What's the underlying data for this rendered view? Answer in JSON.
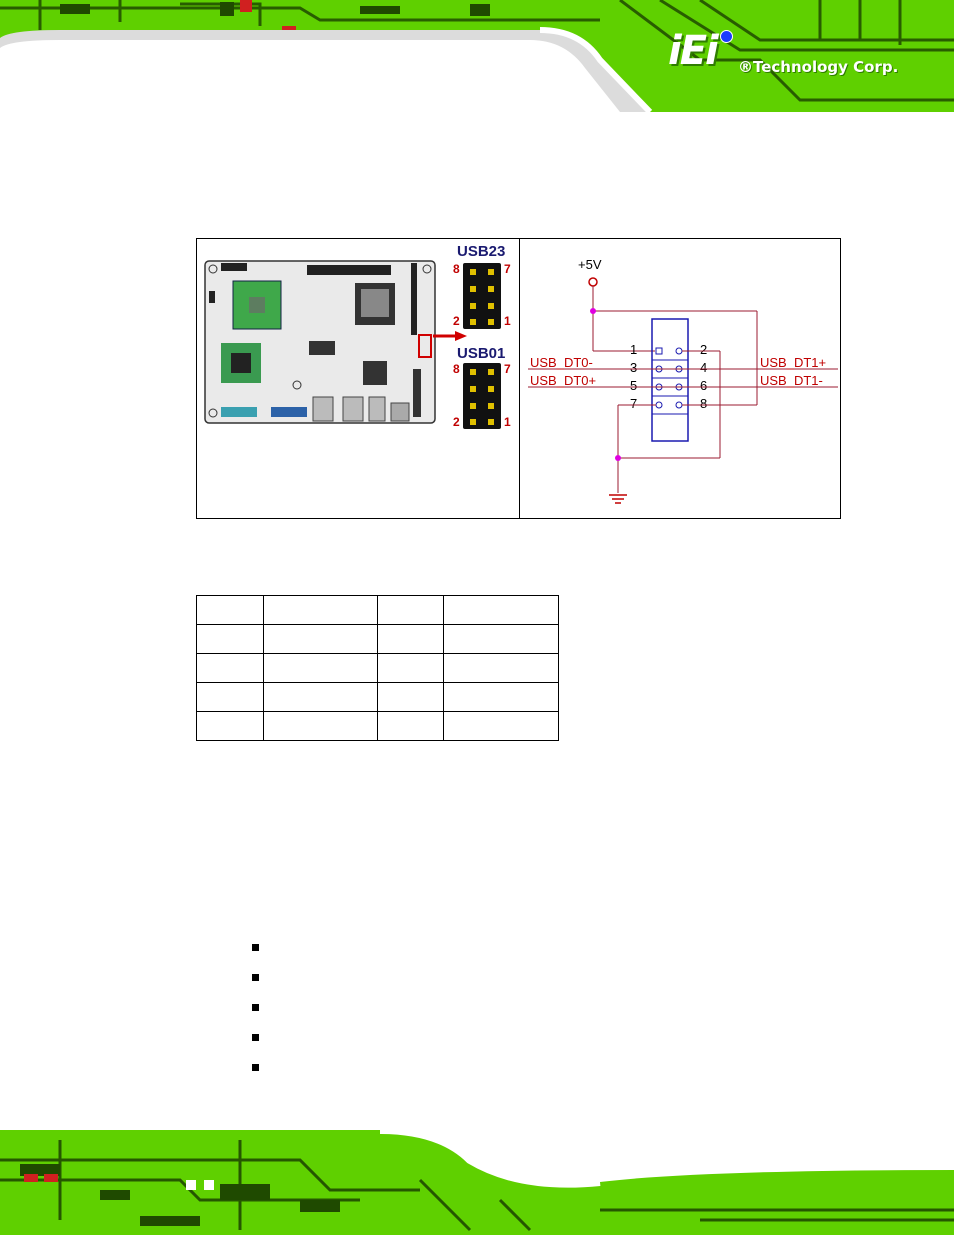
{
  "header": {
    "logo_text": "iEi",
    "company": "®Technology Corp.",
    "colors": {
      "pcb_green": "#5fd000",
      "pcb_dark": "#1f4a00",
      "band_light": "#dcdcdc"
    }
  },
  "figure": {
    "board_connector_labels": {
      "top_header": "USB23",
      "bottom_header": "USB01"
    },
    "pin_numbers": {
      "top_left": "8",
      "top_right": "7",
      "bottom_left": "2",
      "bottom_right": "1"
    },
    "schematic": {
      "power_label": "+5V",
      "left_pins": [
        "1",
        "3",
        "5",
        "7"
      ],
      "right_pins": [
        "2",
        "4",
        "6",
        "8"
      ],
      "left_signals": [
        "USB_DT0-",
        "USB_DT0+"
      ],
      "right_signals": [
        "USB_DT1+",
        "USB_DT1-"
      ],
      "colors": {
        "wire": "#9b1b30",
        "connector": "#1a1ab0",
        "junction": "#e000e0",
        "label": "#c00000"
      }
    }
  },
  "pin_table": {
    "rows": [
      [
        "",
        "",
        "",
        ""
      ],
      [
        "",
        "",
        "",
        ""
      ],
      [
        "",
        "",
        "",
        ""
      ],
      [
        "",
        "",
        "",
        ""
      ],
      [
        "",
        "",
        "",
        ""
      ]
    ]
  },
  "bullets": [
    "",
    "",
    "",
    "",
    ""
  ]
}
